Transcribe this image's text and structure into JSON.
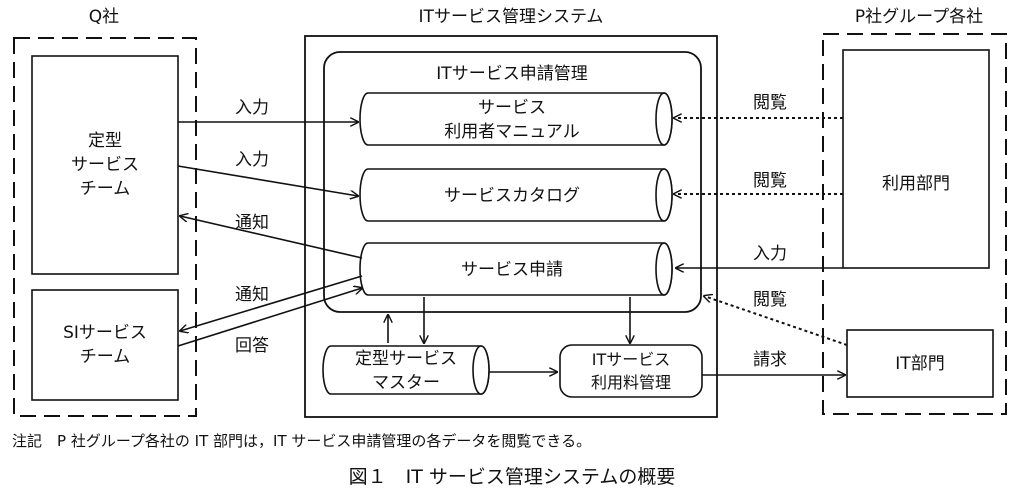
{
  "groups": {
    "q_company": "Q社",
    "system": "ITサービス管理システム",
    "p_group": "P社グループ各社"
  },
  "subsystem": "ITサービス申請管理",
  "boxes": {
    "teikei_team": [
      "定型",
      "サービス",
      "チーム"
    ],
    "si_team": [
      "SIサービス",
      "チーム"
    ],
    "riyo_bumon": "利用部門",
    "it_bumon": "IT部門",
    "fee_mgmt": [
      "ITサービス",
      "利用料管理"
    ]
  },
  "cylinders": {
    "manual": [
      "サービス",
      "利用者マニュアル"
    ],
    "catalog": "サービスカタログ",
    "request": "サービス申請",
    "master": [
      "定型サービス",
      "マスター"
    ]
  },
  "flow_labels": {
    "input1": "入力",
    "input2": "入力",
    "notify1": "通知",
    "notify2": "通知",
    "answer": "回答",
    "view1": "閲覧",
    "view2": "閲覧",
    "input3": "入力",
    "view3": "閲覧",
    "billing": "請求"
  },
  "note": "注記　P 社グループ各社の IT 部門は，IT サービス申請管理の各データを閲覧できる。",
  "caption": "図１　IT サービス管理システムの概要"
}
